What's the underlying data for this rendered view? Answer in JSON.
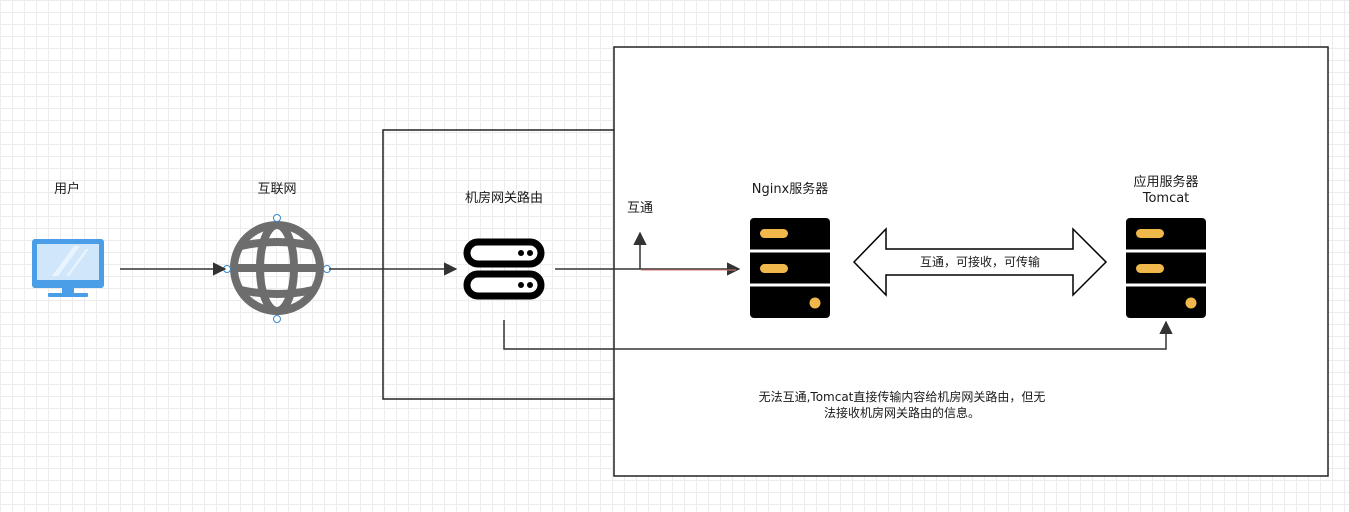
{
  "nodes": {
    "user": {
      "label": "用户"
    },
    "internet": {
      "label": "互联网"
    },
    "gateway": {
      "label": "机房网关路由"
    },
    "nginx": {
      "label": "Nginx服务器"
    },
    "app_server": {
      "label_line1": "应用服务器",
      "label_line2": "Tomcat"
    }
  },
  "edges": {
    "gateway_to_nginx": {
      "label": "互通"
    },
    "nginx_app": {
      "label": "互通，可接收，可传输"
    },
    "tomcat_to_gateway_note": {
      "line1": "无法互通,Tomcat直接传输内容给机房网关路由，但无",
      "line2": "法接收机房网关路由的信息。"
    }
  },
  "colors": {
    "server_body": "#000000",
    "server_slot": "#f0b84a",
    "monitor": "#4a9ee8",
    "globe": "#6d6d6d",
    "line": "#333333",
    "handle": "#3a88ce"
  }
}
